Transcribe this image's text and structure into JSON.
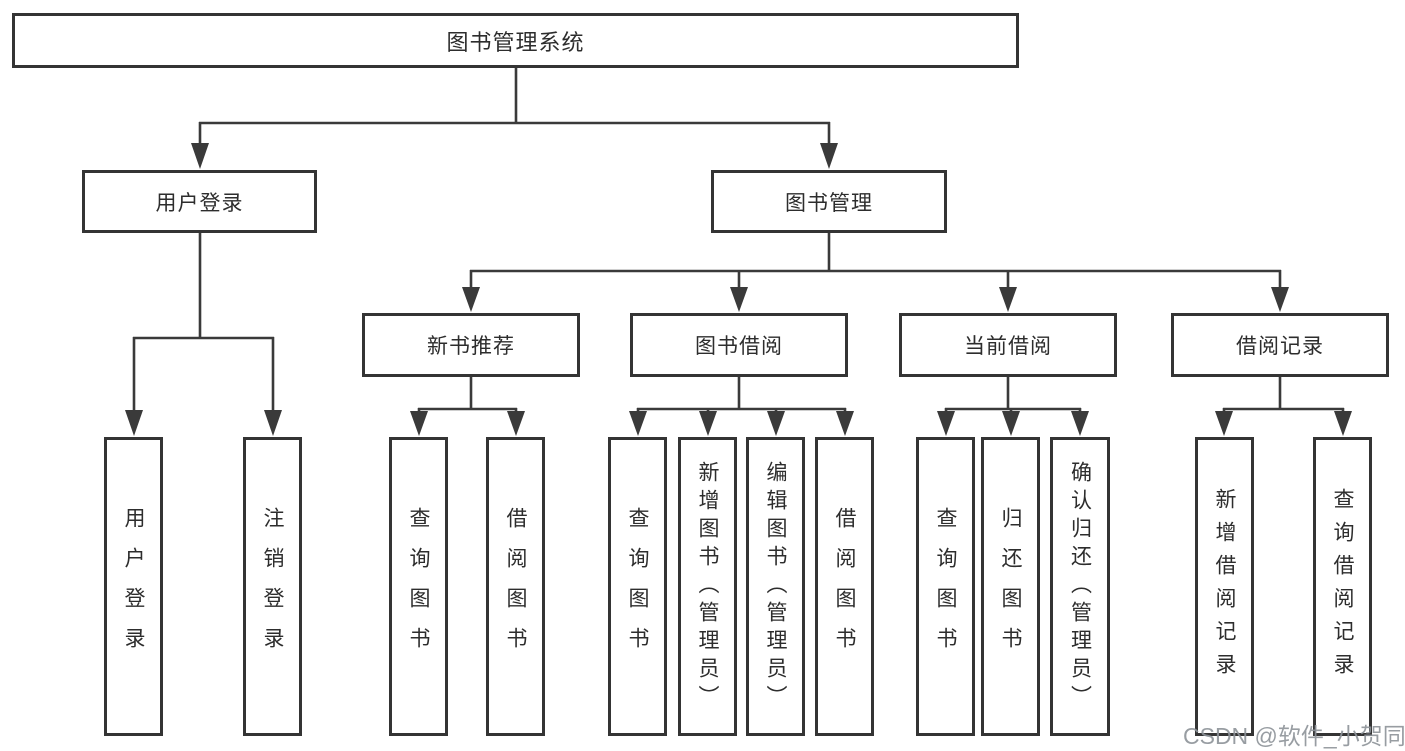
{
  "tree": {
    "root": "图书管理系统",
    "branches": [
      {
        "label": "用户登录",
        "children": [
          {
            "label": "用户登录"
          },
          {
            "label": "注销登录"
          }
        ]
      },
      {
        "label": "图书管理",
        "children": [
          {
            "label": "新书推荐",
            "children": [
              {
                "label": "查询图书"
              },
              {
                "label": "借阅图书"
              }
            ]
          },
          {
            "label": "图书借阅",
            "children": [
              {
                "label": "查询图书"
              },
              {
                "label": "新增图书（管理员）"
              },
              {
                "label": "编辑图书（管理员）"
              },
              {
                "label": "借阅图书"
              }
            ]
          },
          {
            "label": "当前借阅",
            "children": [
              {
                "label": "查询图书"
              },
              {
                "label": "归还图书"
              },
              {
                "label": "确认归还（管理员）"
              }
            ]
          },
          {
            "label": "借阅记录",
            "children": [
              {
                "label": "新增借阅记录"
              },
              {
                "label": "查询借阅记录"
              }
            ]
          }
        ]
      }
    ]
  },
  "watermark": {
    "text": "CSDN @软件_小贺同学"
  },
  "colors": {
    "line": "#3a3a3a",
    "box_border": "#343434",
    "text": "#2d2d2d",
    "watermark": "#8d9399",
    "background": "#ffffff"
  }
}
